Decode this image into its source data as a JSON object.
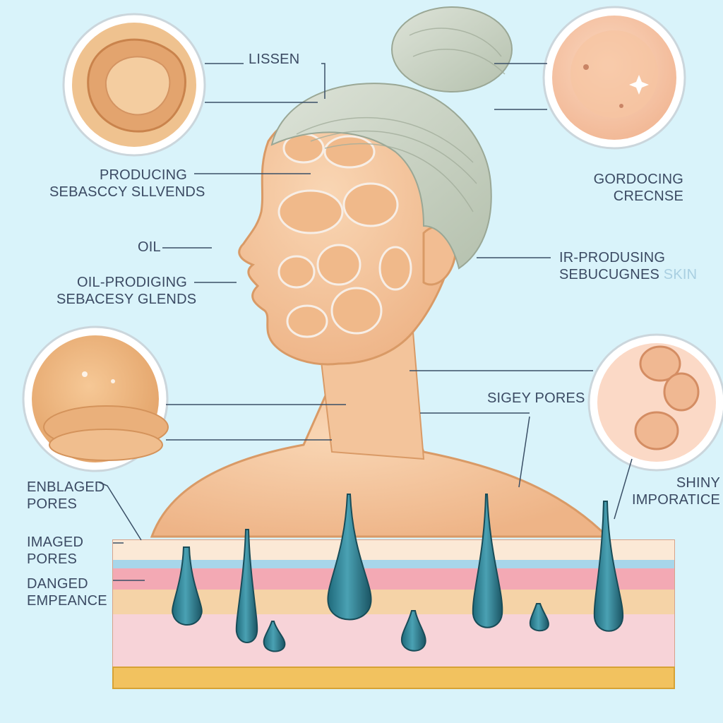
{
  "labels": {
    "lissen": "LISSEN",
    "producing_glands": {
      "line1": "PRODUCING",
      "line2": "SEBASCCY SLLVENDS"
    },
    "oil": "OIL",
    "oil_producing": {
      "line1": "OIL-PRODIGING",
      "line2": "SEBACESY GLENDS"
    },
    "enlarged_pores": {
      "line1": "ENBLAGED",
      "line2": "PORES"
    },
    "imaged_pores": {
      "line1": "IMAGED",
      "line2": "PORES"
    },
    "danged": {
      "line1": "DANGED",
      "line2": "EMPEANCE"
    },
    "gordocing": {
      "line1": "GORDOCING",
      "line2": "CRECNSE"
    },
    "ir_producing": {
      "line1": "IR-PRODUSING",
      "line2": "SEBUCUGNES",
      "faint": "SKIN"
    },
    "sigey_pores": "SIGEY PORES",
    "shiny": {
      "line1": "SHINY",
      "line2": "IMPORATICE"
    }
  },
  "colors": {
    "background": "#d9f3fa",
    "skin": "#f2c196",
    "skin_outline": "#d99a66",
    "hair": "#c9d3c2",
    "dermis": "#f6c5c7",
    "oil_drop": "#2e7d8f",
    "label_text": "#3b4a63"
  }
}
